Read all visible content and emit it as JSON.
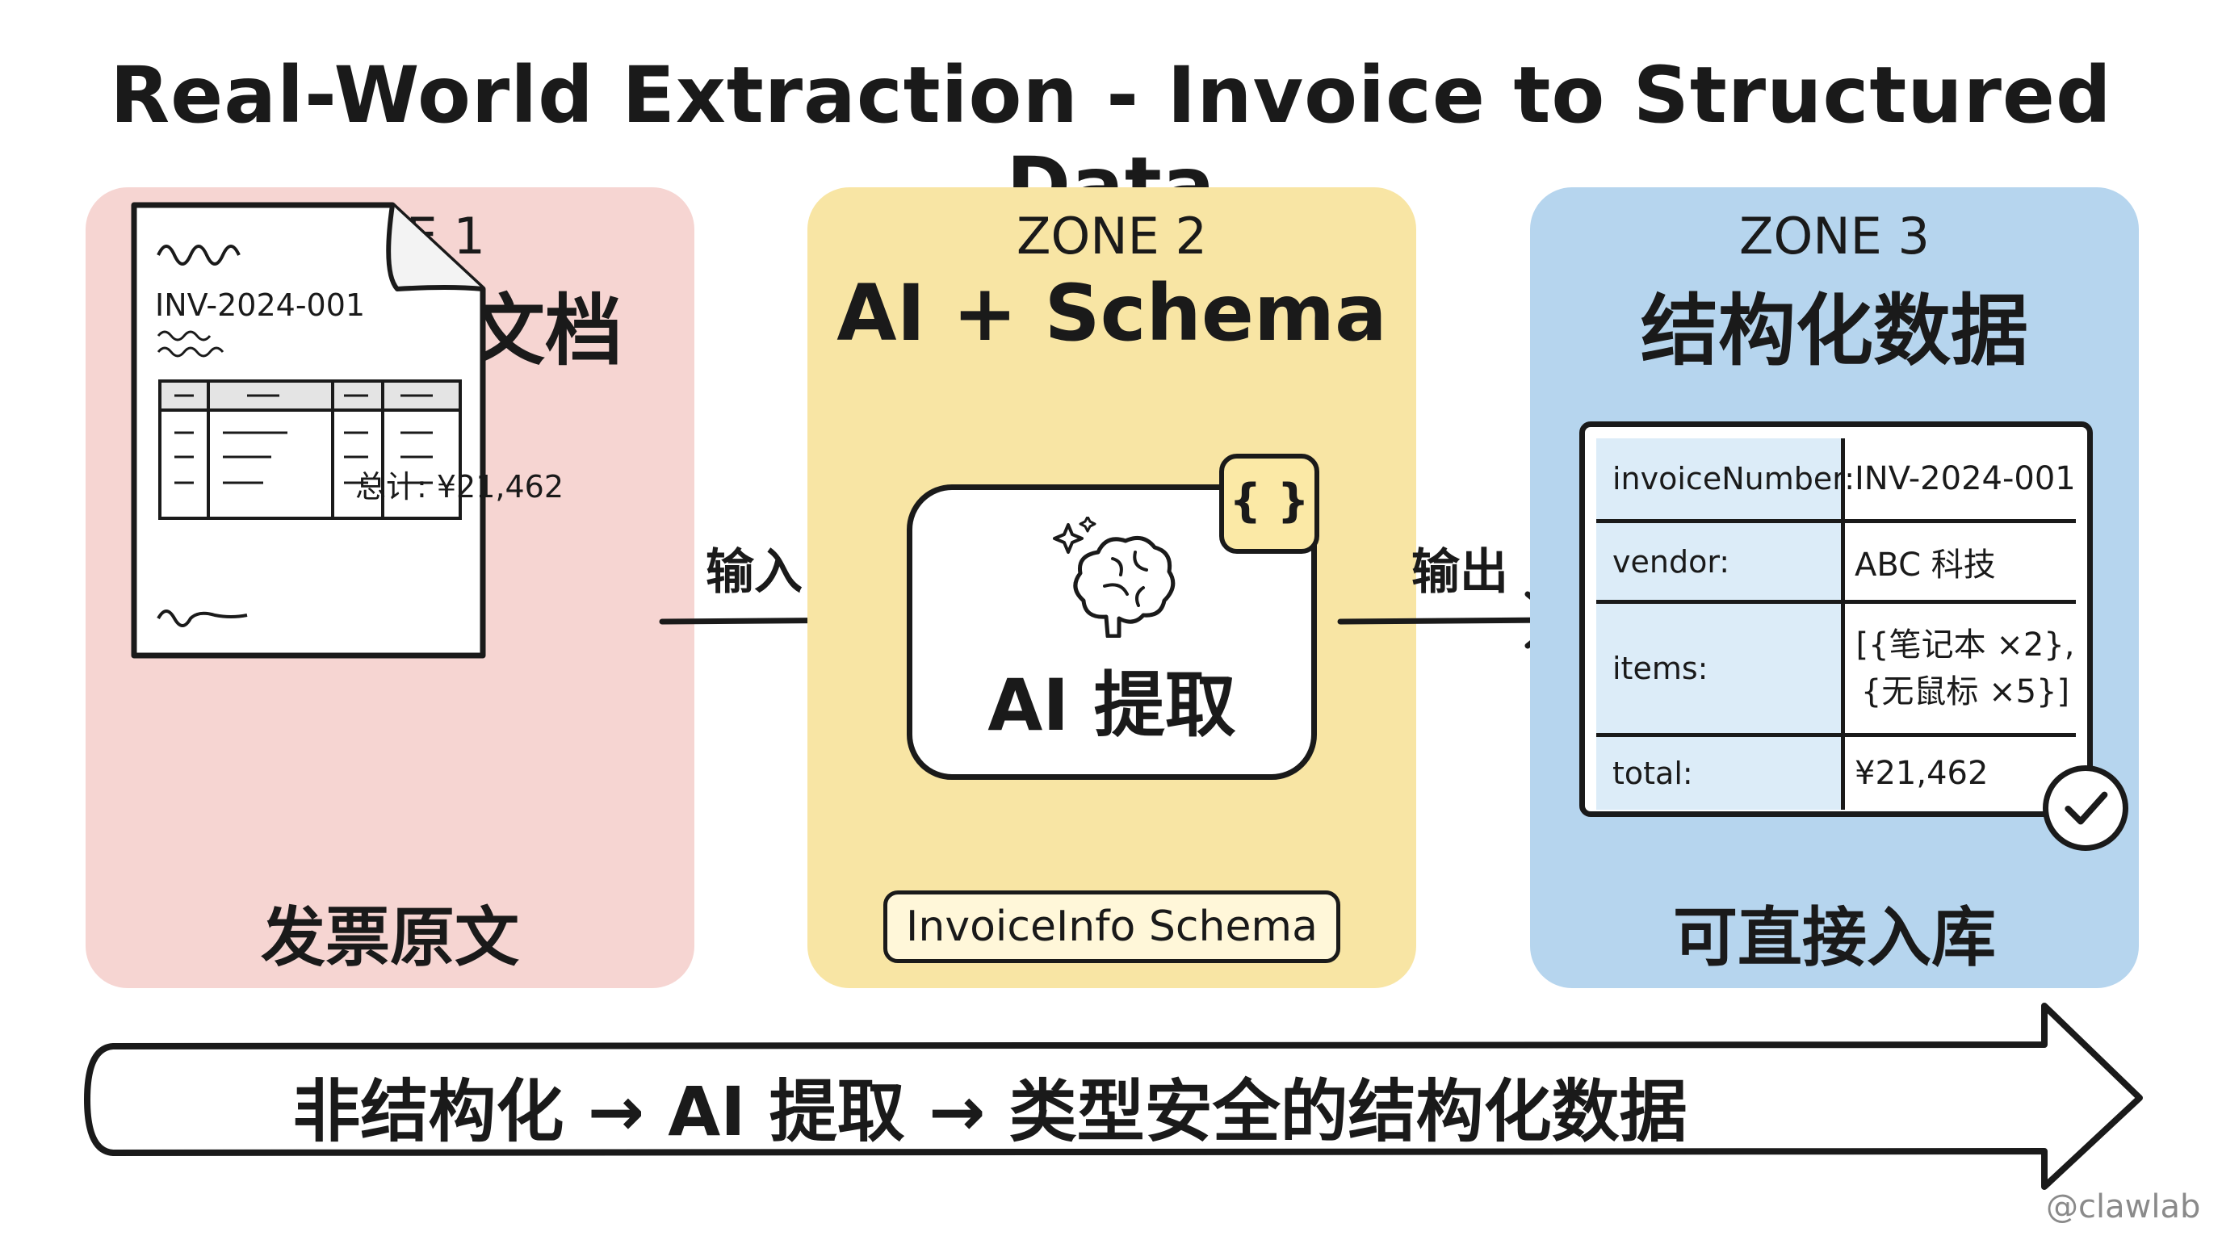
{
  "title": "Real-World Extraction - Invoice to Structured Data",
  "zones": [
    {
      "label": "ZONE 1",
      "name": "非结构化文档",
      "caption": "发票原文"
    },
    {
      "label": "ZONE 2",
      "name": "AI + Schema",
      "caption": "InvoiceInfo Schema"
    },
    {
      "label": "ZONE 3",
      "name": "结构化数据",
      "caption": "可直接入库"
    }
  ],
  "invoice": {
    "id": "INV-2024-001",
    "total": "总计: ¥21,462"
  },
  "ai_box": {
    "label": "AI 提取",
    "badge": "{ }"
  },
  "arrows": {
    "input": "输入",
    "output": "输出"
  },
  "table": [
    {
      "key": "invoiceNumber:",
      "value": "INV-2024-001"
    },
    {
      "key": "vendor:",
      "value": "ABC 科技"
    },
    {
      "key": "items:",
      "value_lines": [
        "[{笔记本 ×2},",
        "{无鼠标 ×5}]"
      ]
    },
    {
      "key": "total:",
      "value": "¥21,462"
    }
  ],
  "bottom_flow": "非结构化 → AI 提取 → 类型安全的结构化数据",
  "watermark": "@clawlab"
}
